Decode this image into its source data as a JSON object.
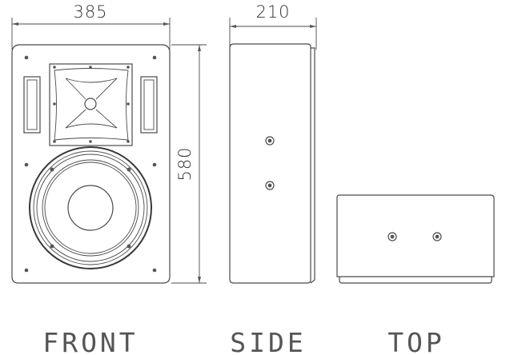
{
  "dimensions": {
    "width": "385",
    "depth": "210",
    "height": "580"
  },
  "views": {
    "front": "FRONT",
    "side": "SIDE",
    "top": "TOP"
  }
}
